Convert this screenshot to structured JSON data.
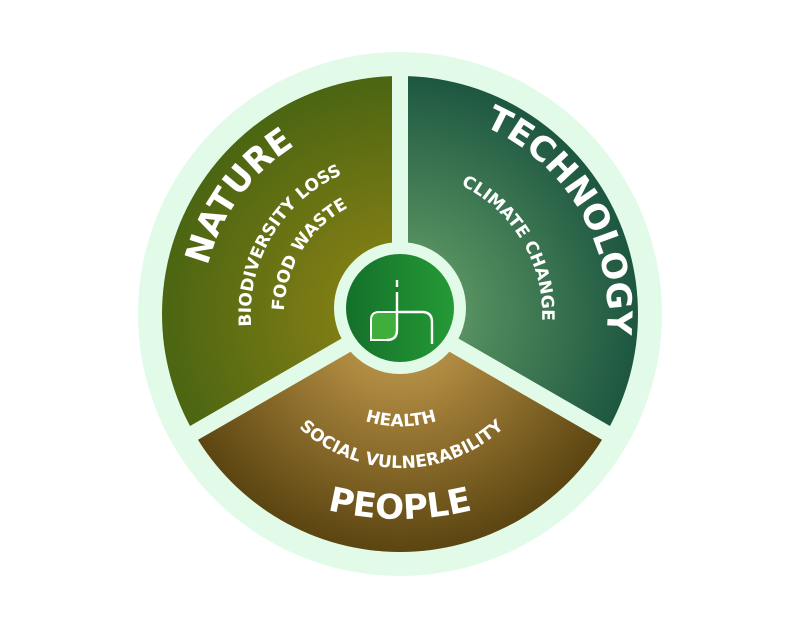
{
  "diagram": {
    "type": "segmented-circle",
    "center_logo": {
      "icon": "dh-leaf-logo",
      "color": "#1e8a2e",
      "leaf_color": "#3fad3a"
    },
    "ring_color": "#e0fae6",
    "segments": [
      {
        "title": "NATURE",
        "items": [
          "BIODIVERSITY LOSS",
          "FOOD WASTE"
        ],
        "color_outer": "#4a6514",
        "color_inner": "#8a8a18"
      },
      {
        "title": "TECHNOLOGY",
        "items": [
          "CLIMATE CHANGE"
        ],
        "color_outer": "#1f5a42",
        "color_inner": "#6a9a68"
      },
      {
        "title": "PEOPLE",
        "items": [
          "HEALTH",
          "SOCIAL VULNERABILITY"
        ],
        "color_outer": "#5a4410",
        "color_inner": "#b8964a"
      }
    ]
  }
}
